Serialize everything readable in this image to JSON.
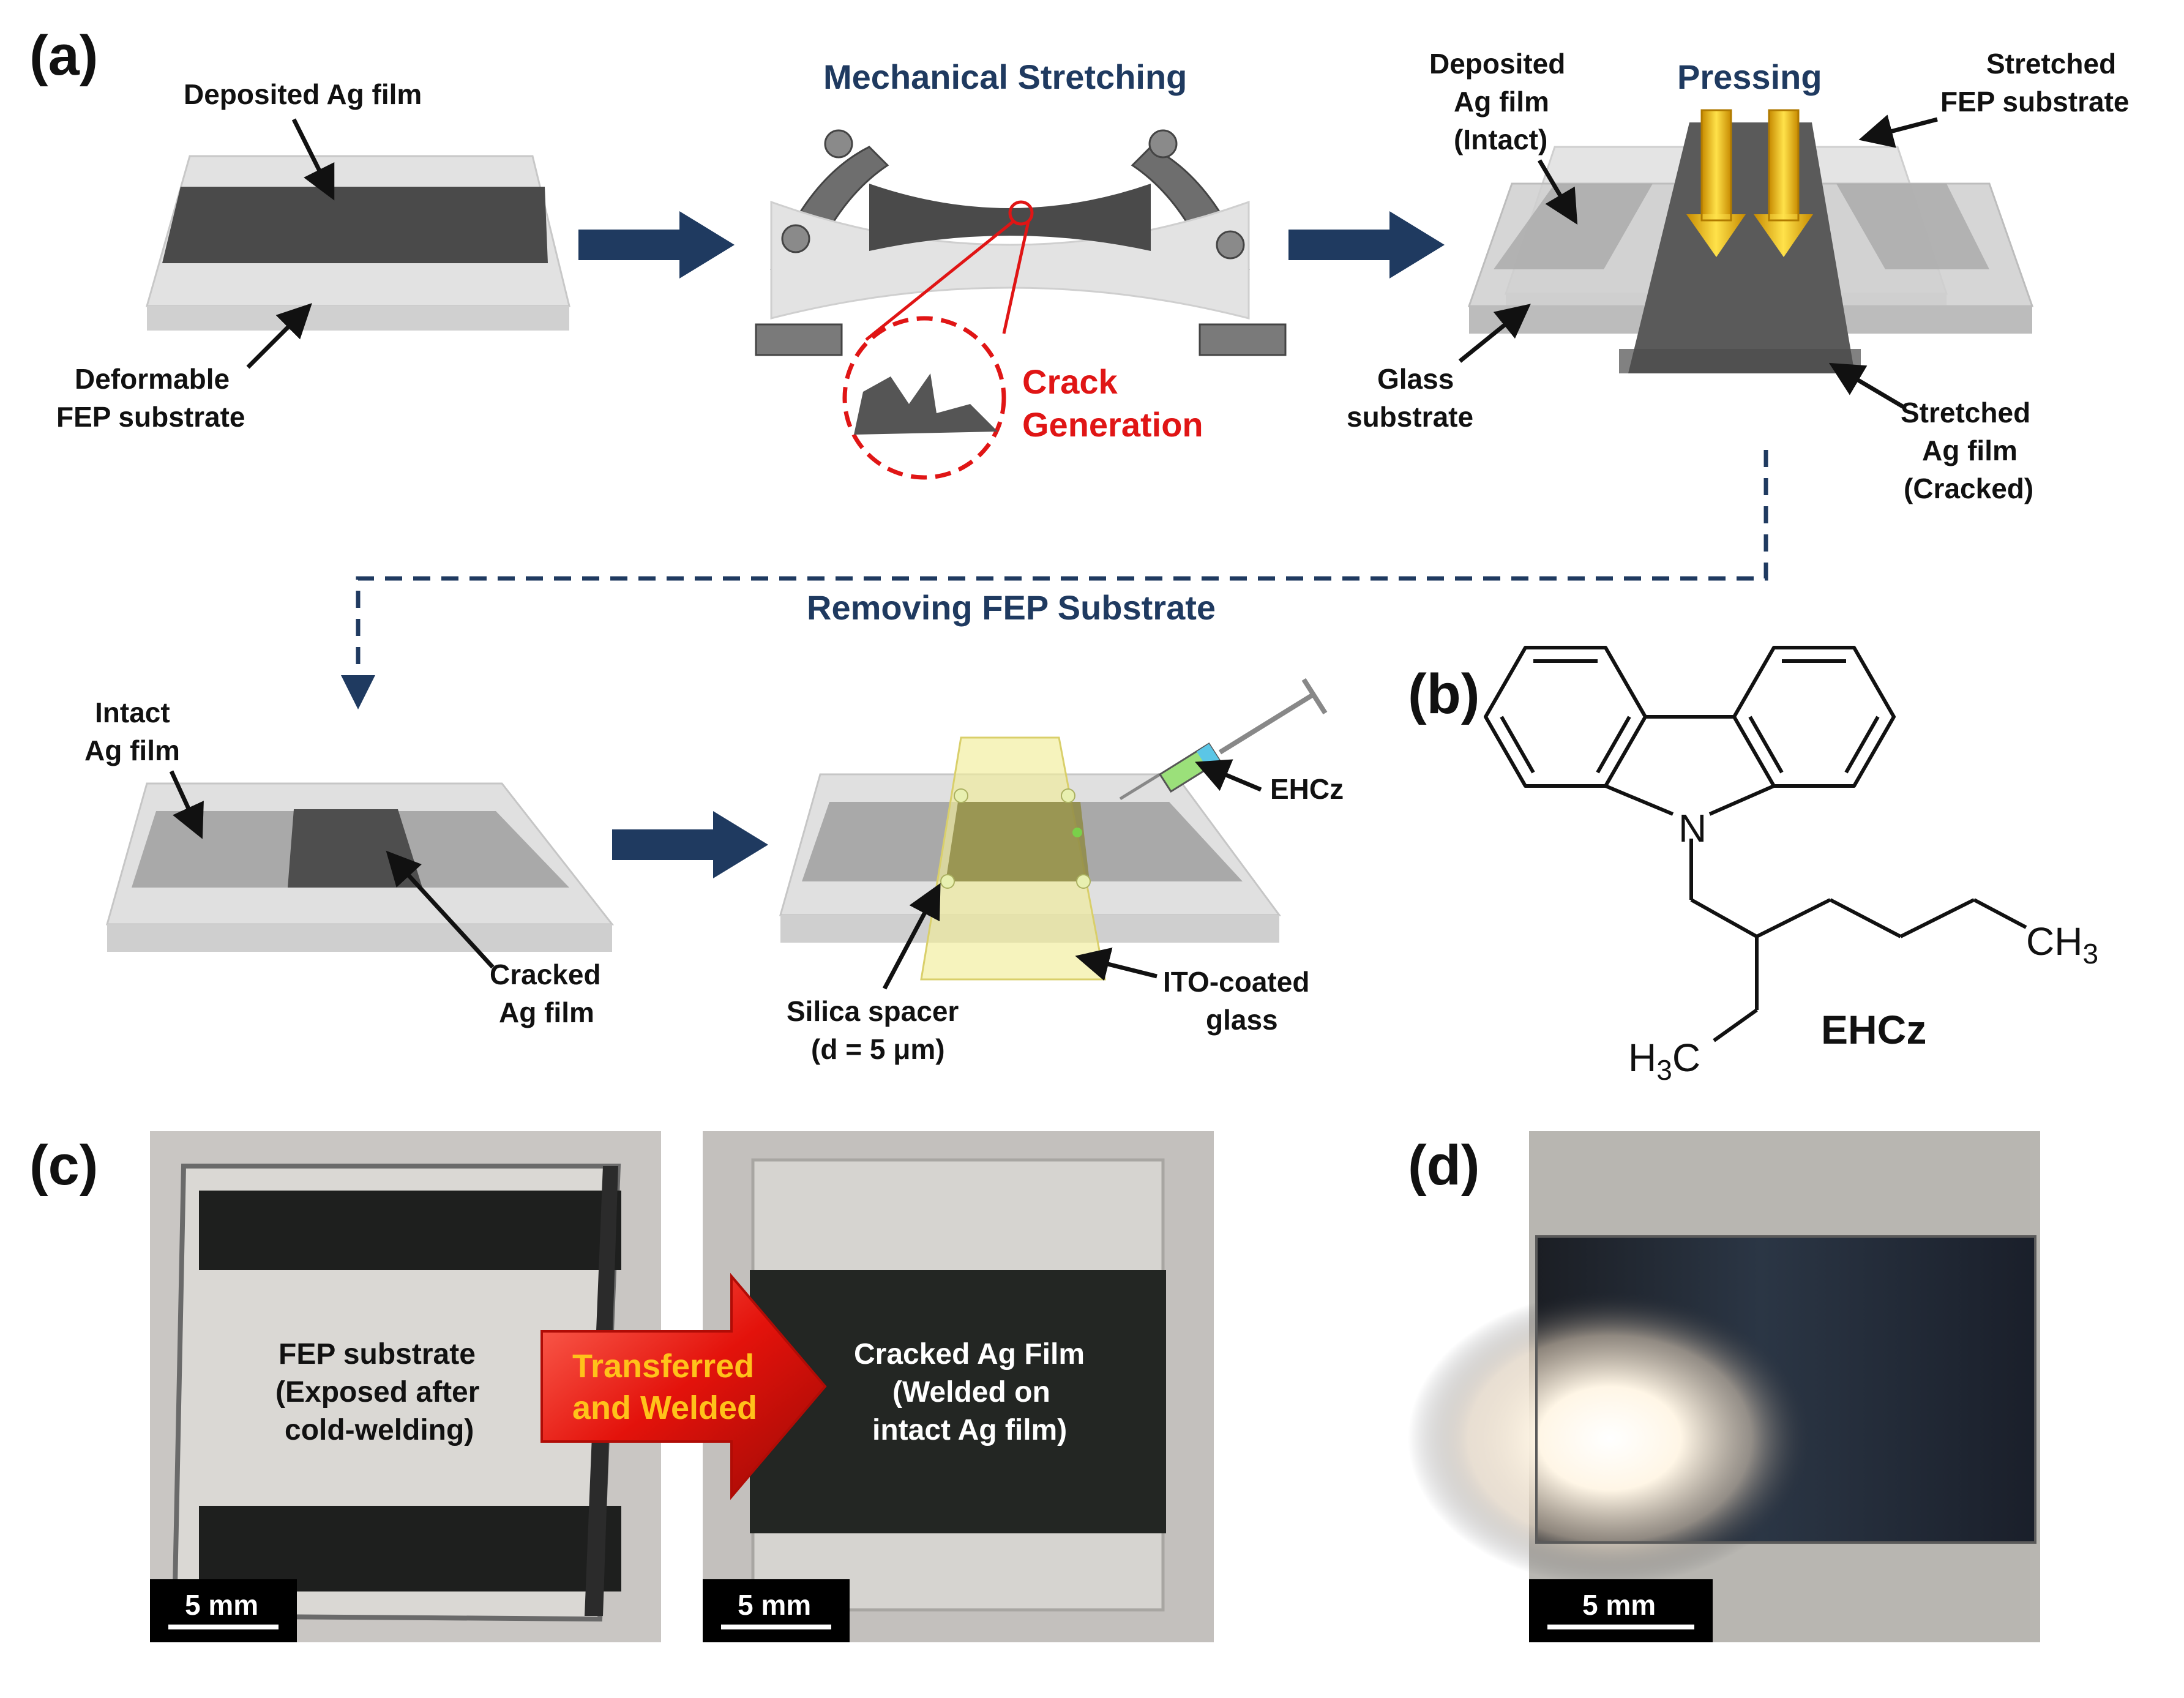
{
  "panels": {
    "a": "(a)",
    "b": "(b)",
    "c": "(c)",
    "d": "(d)"
  },
  "panel_a": {
    "step1": {
      "deposited_film": "Deposited Ag film",
      "substrate_line1": "Deformable",
      "substrate_line2": "FEP substrate"
    },
    "step2": {
      "title": "Mechanical Stretching",
      "crack_line1": "Crack",
      "crack_line2": "Generation"
    },
    "step3": {
      "title": "Pressing",
      "deposited_line1": "Deposited",
      "deposited_line2": "Ag film",
      "deposited_line3": "(Intact)",
      "stretched_fep_line1": "Stretched",
      "stretched_fep_line2": "FEP substrate",
      "glass_line1": "Glass",
      "glass_line2": "substrate",
      "stretched_ag_line1": "Stretched",
      "stretched_ag_line2": "Ag film",
      "stretched_ag_line3": "(Cracked)"
    },
    "removing": "Removing FEP Substrate",
    "step4": {
      "intact_line1": "Intact",
      "intact_line2": "Ag film",
      "cracked_line1": "Cracked",
      "cracked_line2": "Ag film"
    },
    "step5": {
      "ehcz": "EHCz",
      "spacer_line1": "Silica spacer",
      "spacer_line2": "(d = 5 μm)",
      "ito_line1": "ITO-coated",
      "ito_line2": "glass"
    }
  },
  "panel_b": {
    "atom_n": "N",
    "ch3_right": "CH",
    "ch3_right_sub": "3",
    "h3c_left_h": "H",
    "h3c_left_sub": "3",
    "h3c_left_c": "C",
    "name": "EHCz"
  },
  "panel_c": {
    "left_line1": "FEP substrate",
    "left_line2": "(Exposed after",
    "left_line3": "cold-welding)",
    "arrow_line1": "Transferred",
    "arrow_line2": "and Welded",
    "right_line1": "Cracked Ag Film",
    "right_line2": "(Welded on",
    "right_line3": "intact Ag film)",
    "scale_left": "5 mm",
    "scale_right": "5 mm"
  },
  "panel_d": {
    "scale": "5 mm"
  },
  "colors": {
    "navy": "#1f3a60",
    "red": "#e01515",
    "gold": "#f2b90f",
    "ag_film": "#555555",
    "glass": "#d9d9d9"
  }
}
